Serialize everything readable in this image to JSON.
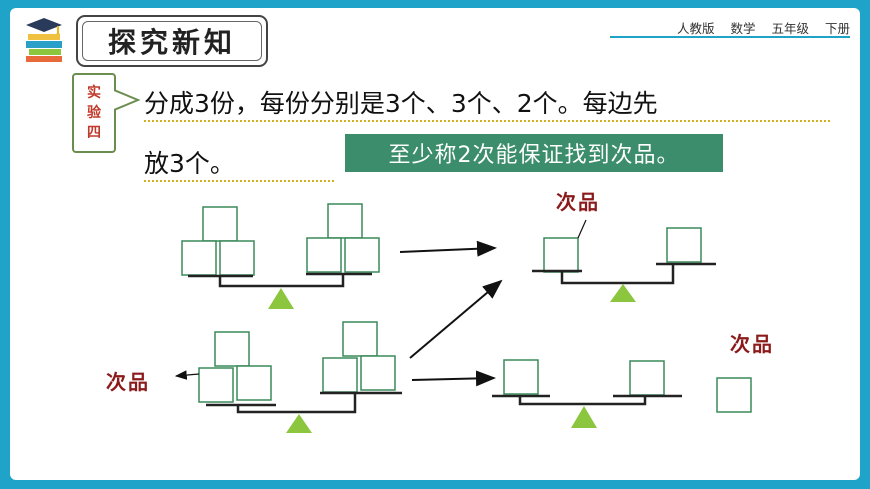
{
  "header": {
    "section_title": "探究新知",
    "publisher": "人教版",
    "subject": "数学",
    "grade": "五年级",
    "volume": "下册"
  },
  "experiment_tag": {
    "line1": "实",
    "line2": "验",
    "line3": "四"
  },
  "body": {
    "line1": "分成3份，每份分别是3个、3个、2个。每边先",
    "line2": "放3个。"
  },
  "conclusion": "至少称2次能保证找到次品。",
  "labels": {
    "defective_top": "次品",
    "defective_left": "次品",
    "defective_right": "次品"
  },
  "colors": {
    "frame": "#1fa3c9",
    "box_outline": "#3a8a5a",
    "triangle": "#8cc63f",
    "conclusion_bg": "#3b8d6b",
    "label_red": "#8b1a1a"
  }
}
